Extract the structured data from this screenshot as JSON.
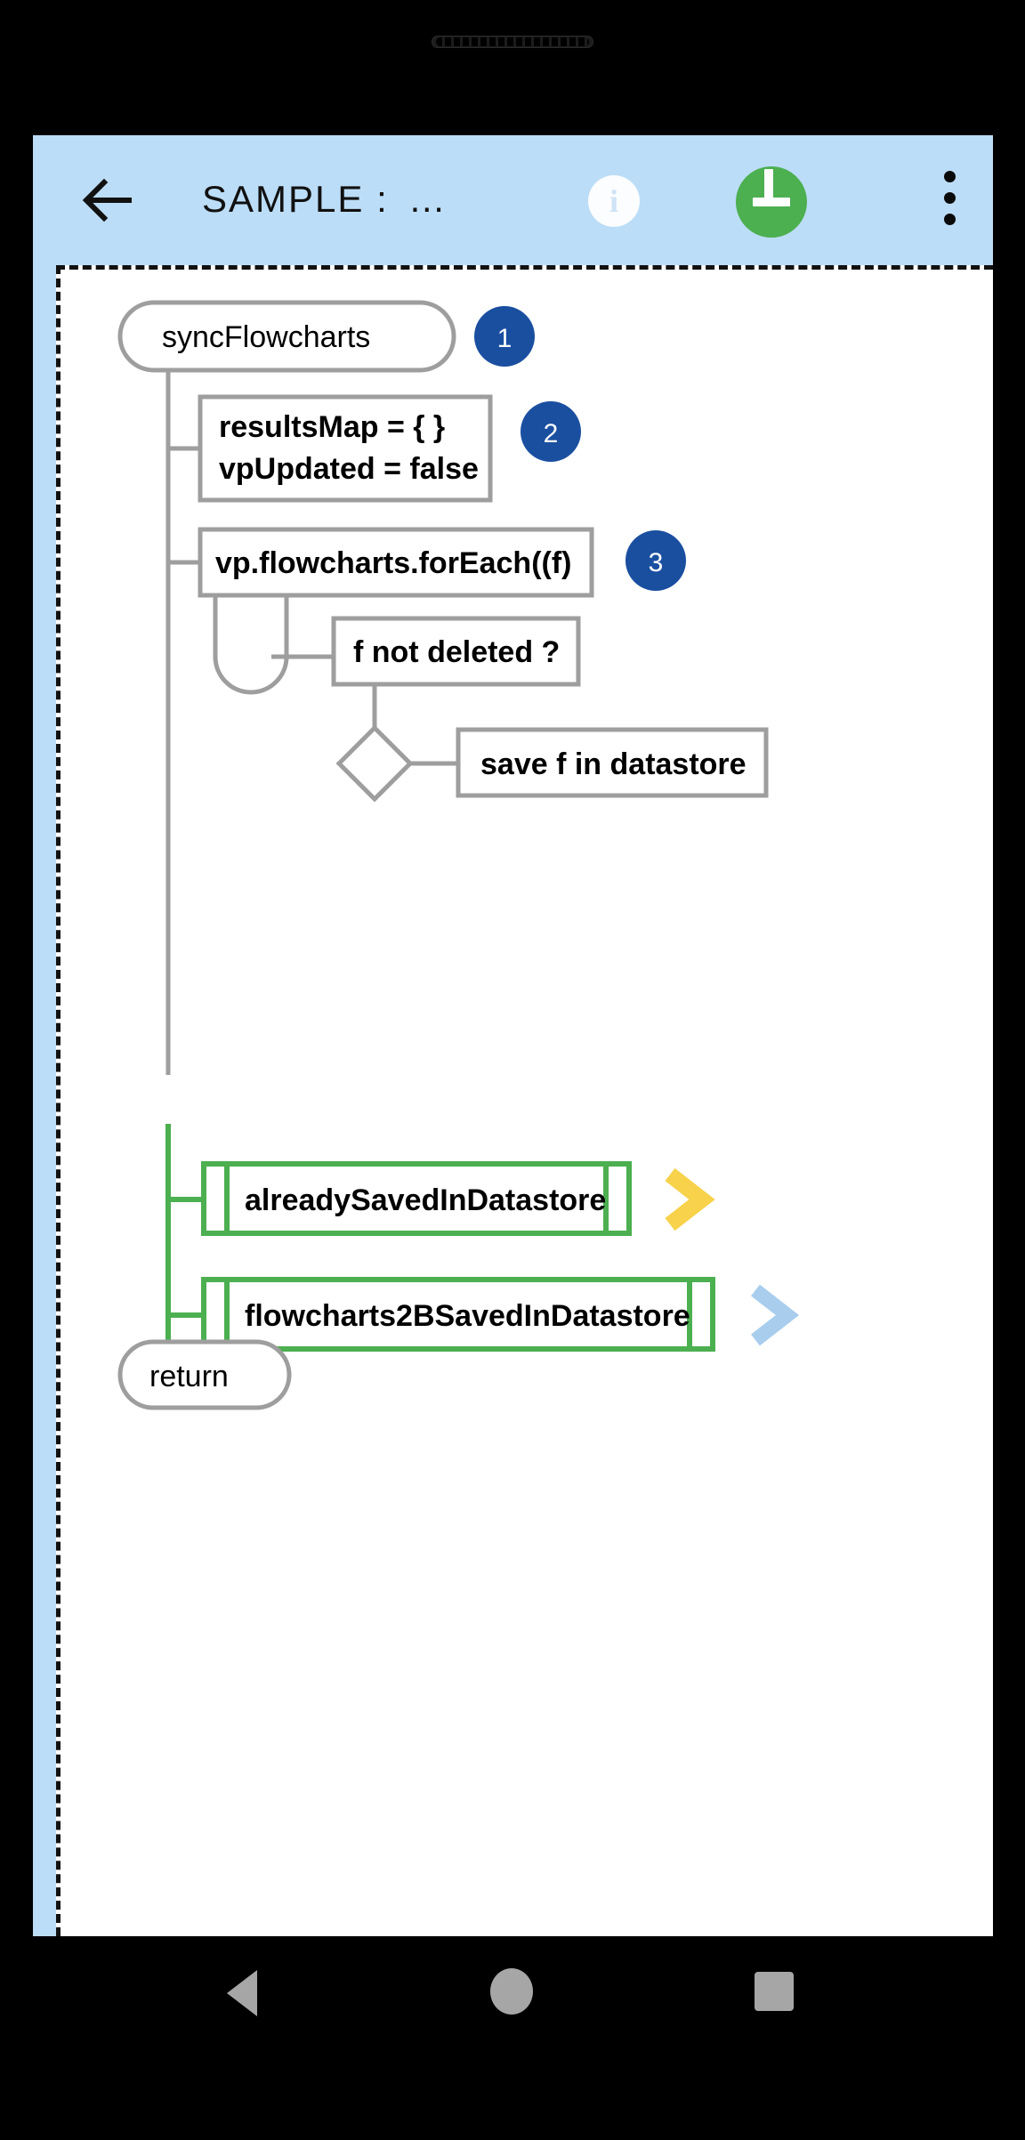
{
  "app": {
    "titlebar": {
      "title": "SAMPLE :",
      "title_overflow": "…",
      "back_icon": "arrow-left-icon",
      "info_icon": "info-icon",
      "info_glyph": "i",
      "add_icon": "plus-icon",
      "overflow_icon": "more-vertical-icon"
    },
    "colors": {
      "appbar_bg": "#bcddf7",
      "add_button": "#4caf50",
      "badge": "#1a4fa0",
      "node_stroke": "#9e9e9e",
      "subroutine_green": "#4caf50",
      "chevron_yellow": "#f7d24a",
      "chevron_blue": "#a8cded",
      "nav_icon": "#a6a6a6"
    }
  },
  "flowchart": {
    "title": "syncFlowcharts",
    "nodes": [
      {
        "id": "start",
        "type": "terminator",
        "label": "syncFlowcharts",
        "badge": "1"
      },
      {
        "id": "assign",
        "type": "process",
        "label_line1": "resultsMap = { }",
        "label_line2": "vpUpdated = false",
        "badge": "2"
      },
      {
        "id": "loop",
        "type": "loop",
        "label": "vp.flowcharts.forEach((f)",
        "badge": "3"
      },
      {
        "id": "cond",
        "type": "process",
        "label": "f not deleted ?",
        "badge": ""
      },
      {
        "id": "decision",
        "type": "decision",
        "label": "",
        "badge": ""
      },
      {
        "id": "save",
        "type": "process",
        "label": "save f in datastore",
        "badge": ""
      },
      {
        "id": "sub1",
        "type": "subroutine",
        "label": "alreadySavedInDatastore",
        "chevron": "chevron-right-icon",
        "chevron_color": "#f7d24a"
      },
      {
        "id": "sub2",
        "type": "subroutine",
        "label": "flowcharts2BSavedInDatastore",
        "chevron": "chevron-right-icon",
        "chevron_color": "#a8cded"
      },
      {
        "id": "return",
        "type": "terminator",
        "label": "return",
        "badge": ""
      }
    ],
    "badges": [
      "1",
      "2",
      "3"
    ]
  },
  "navbar": {
    "back": "nav-back-icon",
    "home": "nav-home-icon",
    "recents": "nav-recents-icon"
  }
}
